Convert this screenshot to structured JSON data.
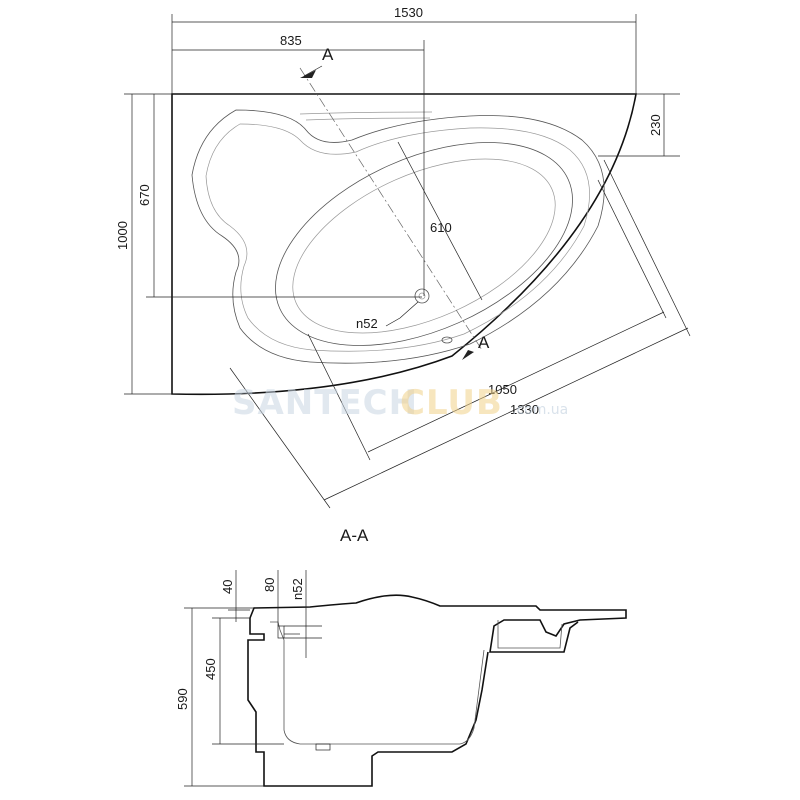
{
  "plan": {
    "dimensions": {
      "total_width": "1530",
      "partial_width": "835",
      "total_depth": "1000",
      "partial_depth": "670",
      "corner_offset": "230",
      "inner_depth": "610",
      "drain_diameter": "n52",
      "inner_length": "1050",
      "diagonal_length": "1330"
    },
    "section_marker_top": "A",
    "section_marker_bottom": "A"
  },
  "section": {
    "title": "A-A",
    "dimensions": {
      "rim_thickness": "40",
      "overflow_offset": "80",
      "overflow_diameter": "n52",
      "inner_height": "450",
      "total_height": "590"
    }
  },
  "watermark": {
    "brand_left": "SANTECH",
    "brand_right": "CLUB",
    "domain": ".com.ua",
    "brand_left_color": "#b8c8d8",
    "brand_right_color": "#f2d28a"
  }
}
